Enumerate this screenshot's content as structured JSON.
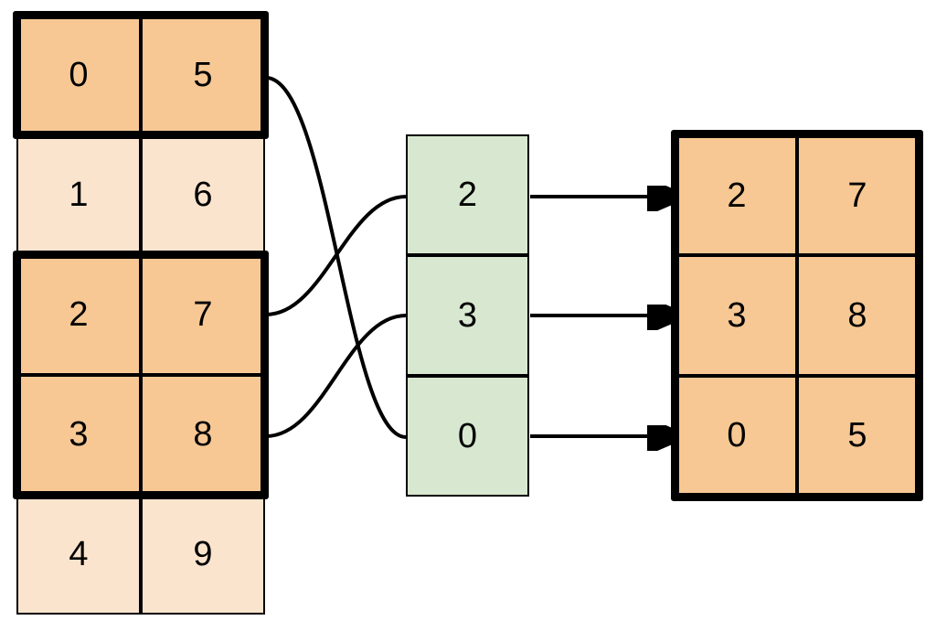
{
  "diagram": {
    "title": "array-gather-indexing-diagram",
    "colors": {
      "orange_dark": "#F7C894",
      "orange_light": "#FBE4CE",
      "green": "#D8E8D0",
      "outline": "#000000",
      "background": "#FFFFFF"
    }
  },
  "source_table": {
    "name": "source-array",
    "rows": [
      {
        "selected": true,
        "cells": [
          "0",
          "5"
        ]
      },
      {
        "selected": false,
        "cells": [
          "1",
          "6"
        ]
      },
      {
        "selected": true,
        "cells": [
          "2",
          "7"
        ]
      },
      {
        "selected": true,
        "cells": [
          "3",
          "8"
        ]
      },
      {
        "selected": false,
        "cells": [
          "4",
          "9"
        ]
      }
    ]
  },
  "index_column": {
    "name": "index-array",
    "values": [
      "2",
      "3",
      "0"
    ]
  },
  "result_table": {
    "name": "result-array",
    "rows": [
      {
        "cells": [
          "2",
          "7"
        ]
      },
      {
        "cells": [
          "3",
          "8"
        ]
      },
      {
        "cells": [
          "0",
          "5"
        ]
      }
    ]
  },
  "connectors": [
    {
      "name": "connector-source-row0-to-index-2",
      "from_row": "0",
      "to_index": "0"
    },
    {
      "name": "connector-source-row2-to-index-0",
      "from_row": "2",
      "to_index": "2"
    },
    {
      "name": "connector-source-row3-to-index-1",
      "from_row": "3",
      "to_index": "3"
    }
  ],
  "arrows": [
    {
      "name": "arrow-index-0-to-result-row0",
      "label": "2"
    },
    {
      "name": "arrow-index-1-to-result-row1",
      "label": "3"
    },
    {
      "name": "arrow-index-2-to-result-row2",
      "label": "0"
    }
  ]
}
